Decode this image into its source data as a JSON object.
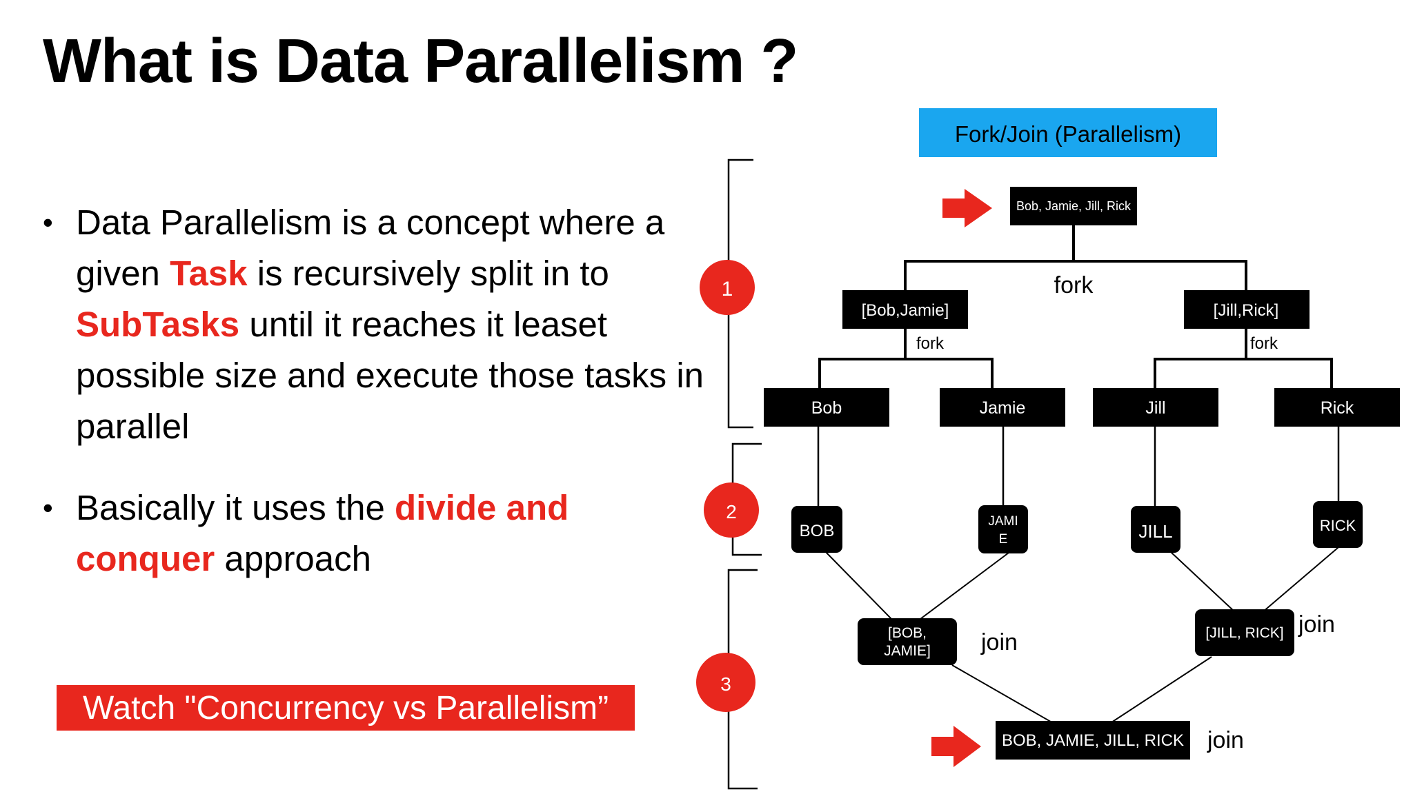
{
  "slide": {
    "title": "What is Data Parallelism ?",
    "bullets": [
      {
        "parts": [
          {
            "text": "Data Parallelism is a concept where a given ",
            "highlight": false
          },
          {
            "text": "Task",
            "highlight": true
          },
          {
            "text": " is recursively split in to ",
            "highlight": false
          },
          {
            "text": "SubTasks",
            "highlight": true
          },
          {
            "text": " until it reaches it leaset possible size and execute those tasks in parallel",
            "highlight": false
          }
        ]
      },
      {
        "parts": [
          {
            "text": "Basically it uses the ",
            "highlight": false
          },
          {
            "text": "divide and conquer",
            "highlight": true
          },
          {
            "text": " approach",
            "highlight": false
          }
        ]
      }
    ],
    "watch_label": "Watch \"Concurrency vs Parallelism”"
  },
  "diagram": {
    "header": "Fork/Join (Parallelism)",
    "root": "Bob, Jamie, Jill, Rick",
    "fork_label": "fork",
    "join_label": "join",
    "level1": [
      "[Bob,Jamie]",
      "[Jill,Rick]"
    ],
    "level2": [
      "Bob",
      "Jamie",
      "Jill",
      "Rick"
    ],
    "processed": [
      {
        "lines": [
          "BOB"
        ]
      },
      {
        "lines": [
          "JAMI",
          "E"
        ]
      },
      {
        "lines": [
          "JILL"
        ]
      },
      {
        "lines": [
          "RICK"
        ]
      }
    ],
    "joined": [
      {
        "lines": [
          "[BOB,",
          "JAMIE]"
        ]
      },
      {
        "lines": [
          "[JILL, RICK]"
        ]
      }
    ],
    "result": "BOB, JAMIE, JILL, RICK",
    "phases": [
      "1",
      "2",
      "3"
    ]
  },
  "colors": {
    "accent_red": "#e8271e",
    "header_blue": "#1aa6ef",
    "node_black": "#000000"
  }
}
